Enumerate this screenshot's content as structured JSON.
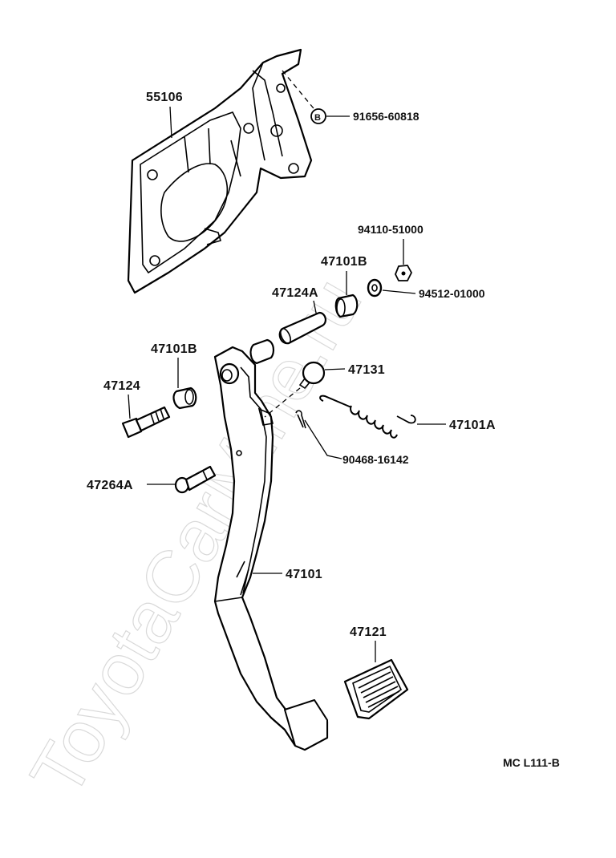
{
  "watermark": "ToyotaCarMine.ru",
  "diagram_code": "MC L111-B",
  "callouts": {
    "bracket": "55106",
    "bracket_bolt": "91656-60818",
    "nut": "94110-51000",
    "washer": "94512-01000",
    "bushing_right": "47101B",
    "collar": "47124A",
    "bushing_left": "47101B",
    "bolt": "47124",
    "cushion": "47131",
    "return_spring": "47101A",
    "pin": "90468-16142",
    "clevis_pin": "47264A",
    "pedal_arm": "47101",
    "pedal_pad": "47121"
  },
  "bolt_marking": "B"
}
